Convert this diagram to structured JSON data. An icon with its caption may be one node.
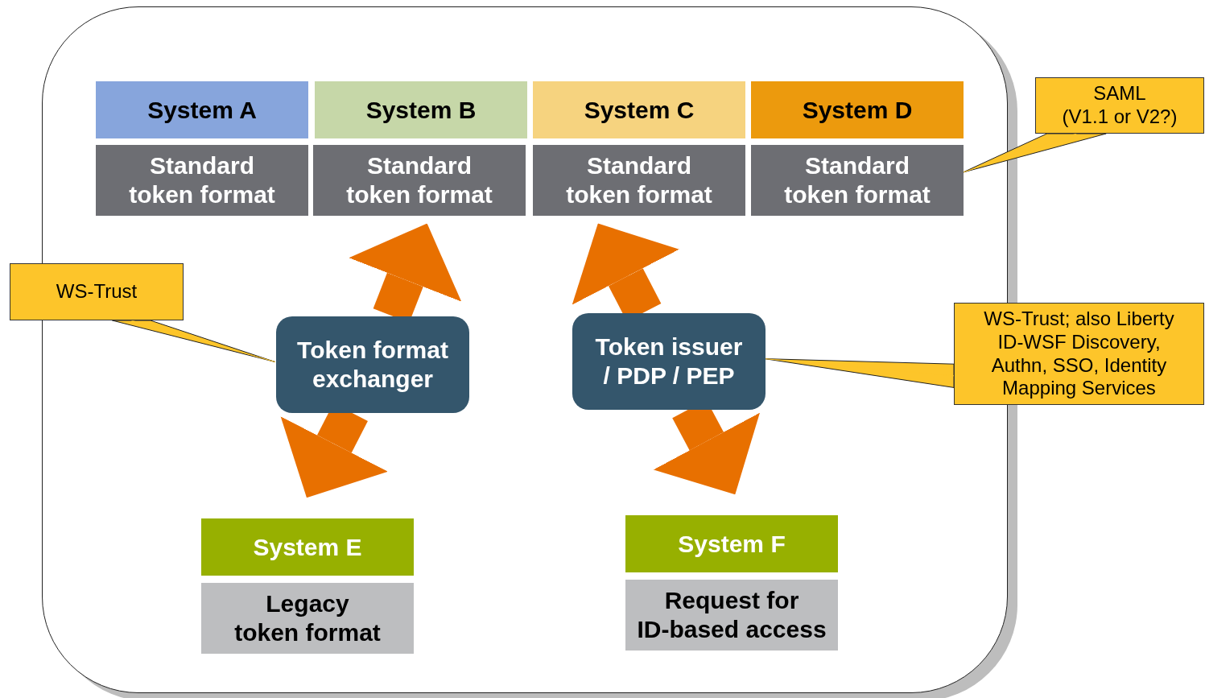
{
  "diagram": {
    "nodes": [
      {
        "text": [],
        "shape": "box"
      },
      {
        "text": [
          "System A"
        ],
        "in": 0
      },
      {
        "text": [
          "System B"
        ],
        "in": 0
      },
      {
        "text": [
          "System C"
        ],
        "in": 0
      },
      {
        "text": [
          "System D"
        ],
        "in": 0
      },
      {
        "text": [
          "Standard token format"
        ],
        "in": 0
      },
      {
        "text": [
          "Standard token format"
        ],
        "in": 0
      },
      {
        "text": [
          "Standard token format"
        ],
        "in": 0
      },
      {
        "text": [
          "Standard token format"
        ],
        "in": 0
      },
      {
        "text": [
          "Token format exchanger"
        ],
        "in": 0
      },
      {
        "text": [
          "Token issuer / PDP / PEP"
        ],
        "in": 0
      },
      {
        "text": [
          "System E"
        ],
        "in": 0
      },
      {
        "text": [
          "Legacy token format"
        ],
        "in": 0
      },
      {
        "text": [
          "System F"
        ],
        "in": 0
      },
      {
        "text": [
          "Request for ID-based access"
        ],
        "in": 0
      },
      {
        "text": [
          "SAML (V1.1 or V2?)"
        ]
      },
      {
        "text": [
          "WS-Trust"
        ]
      },
      {
        "text": [
          "WS-Trust; also Liberty ID-WSF Discovery, Authn, SSO, Identity Mapping Services"
        ]
      }
    ],
    "edges": [
      {
        "from": 9,
        "to": 6,
        "arrow": "to",
        "color": "#e87000"
      },
      {
        "from": 9,
        "to": 11,
        "arrow": "to",
        "color": "#e87000"
      },
      {
        "from": 10,
        "to": 7,
        "arrow": "to",
        "color": "#e87000"
      },
      {
        "from": 10,
        "to": 13,
        "arrow": "to",
        "color": "#e87000"
      },
      {
        "from": 15,
        "to": 8,
        "arrow": "none",
        "color": "#fdc52a"
      },
      {
        "from": 16,
        "to": 9,
        "arrow": "none",
        "color": "#fdc52a"
      },
      {
        "from": 17,
        "to": 10,
        "arrow": "none",
        "color": "#fdc52a"
      }
    ]
  }
}
